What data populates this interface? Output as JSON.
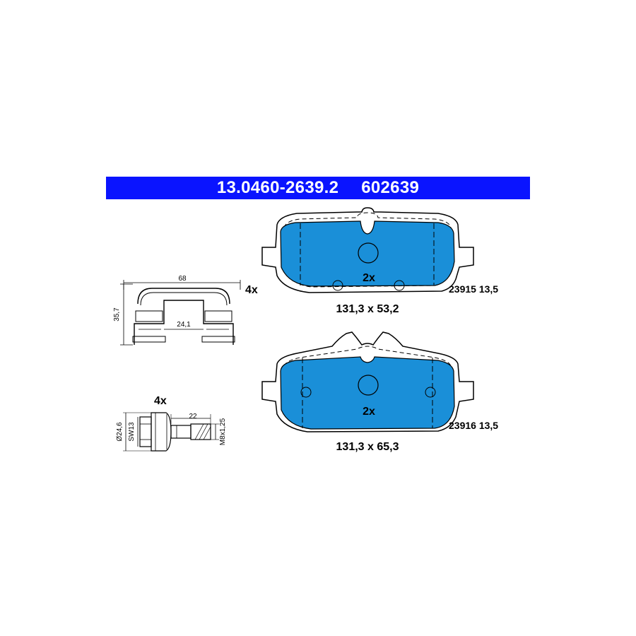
{
  "header": {
    "part_number": "13.0460-2639.2",
    "ref_number": "602639"
  },
  "colors": {
    "header_bg": "#0a14ff",
    "pad_fill": "#1a8fd8"
  },
  "pad_top": {
    "quantity": "2x",
    "code": "23915 13,5",
    "dimensions": "131,3 x 53,2"
  },
  "pad_bottom": {
    "quantity": "2x",
    "code": "23916 13,5",
    "dimensions": "131,3 x 65,3"
  },
  "spring_clip": {
    "quantity": "4x",
    "width": "68",
    "height": "35,7",
    "inner": "24,1"
  },
  "bolt": {
    "quantity": "4x",
    "diameter": "Ø24,6",
    "wrench": "SW13",
    "length": "22",
    "thread": "M8x1,25"
  }
}
